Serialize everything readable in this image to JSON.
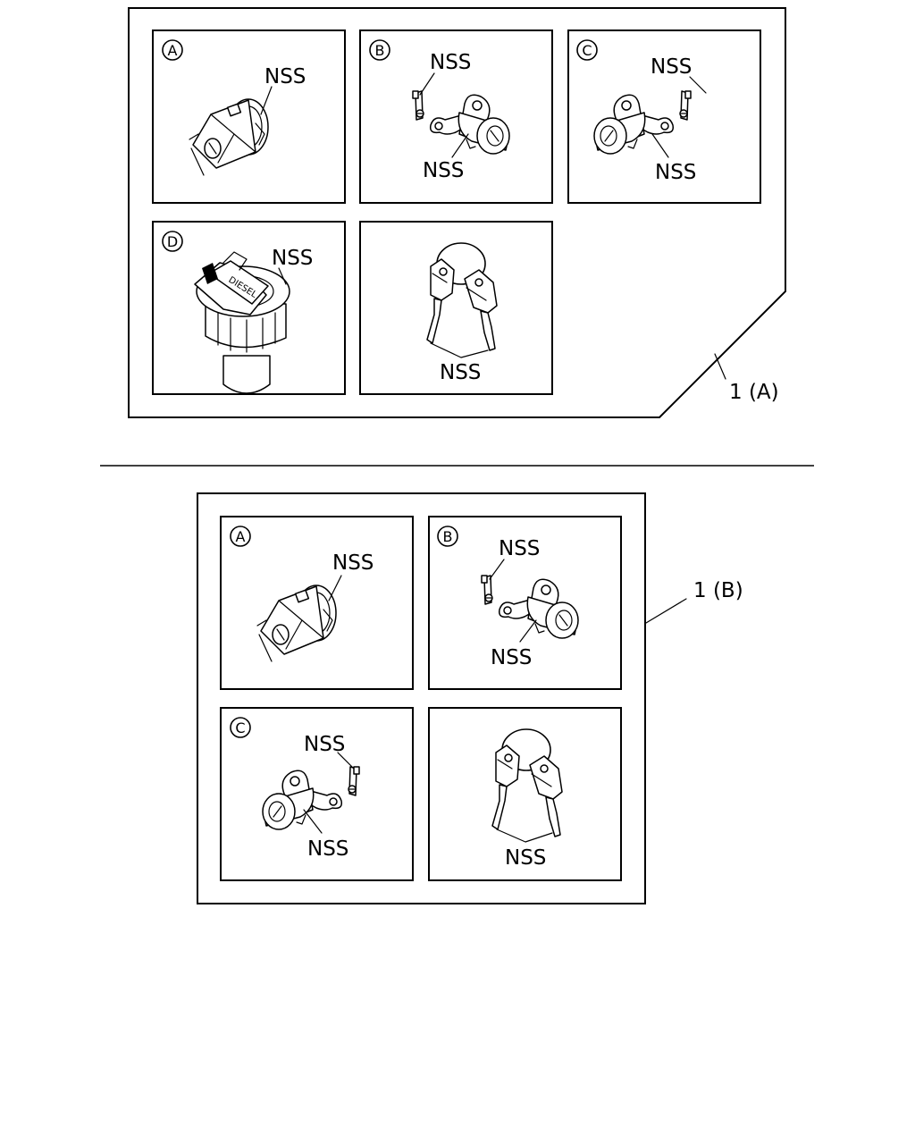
{
  "part_label": "NSS",
  "assemblies": [
    {
      "callout": "1 (A)",
      "panels": [
        {
          "letter": "A",
          "labels": [
            "NSS"
          ]
        },
        {
          "letter": "B",
          "labels": [
            "NSS",
            "NSS"
          ]
        },
        {
          "letter": "C",
          "labels": [
            "NSS",
            "NSS"
          ]
        },
        {
          "letter": "D",
          "labels": [
            "NSS"
          ],
          "cap_text": "DIESEL"
        },
        {
          "letter": "",
          "labels": [
            "NSS"
          ]
        }
      ]
    },
    {
      "callout": "1 (B)",
      "panels": [
        {
          "letter": "A",
          "labels": [
            "NSS"
          ]
        },
        {
          "letter": "B",
          "labels": [
            "NSS",
            "NSS"
          ]
        },
        {
          "letter": "C",
          "labels": [
            "NSS",
            "NSS"
          ]
        },
        {
          "letter": "",
          "labels": [
            "NSS"
          ]
        }
      ]
    }
  ]
}
